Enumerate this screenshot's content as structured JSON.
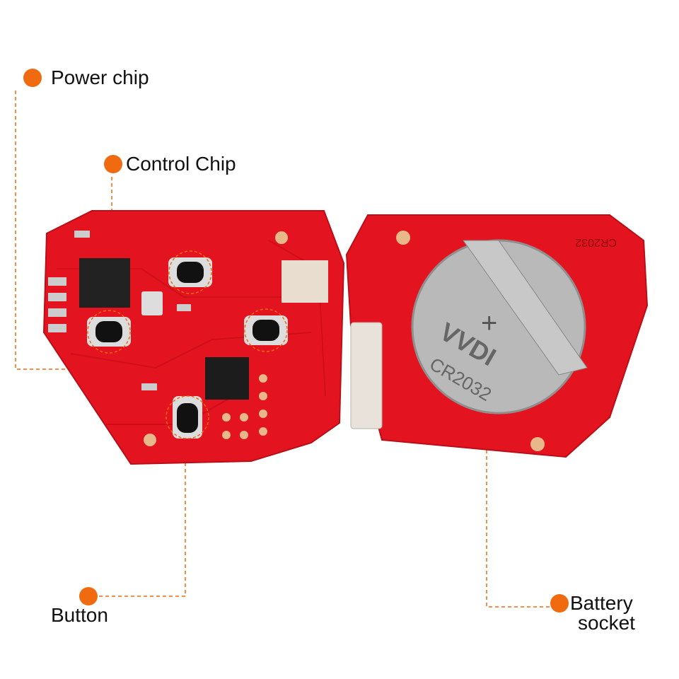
{
  "labels": {
    "power_chip": "Power chip",
    "control_chip": "Control Chip",
    "button": "Button",
    "battery_line1": "Battery",
    "battery_line2": "socket"
  },
  "board_markings": {
    "board_cr": "CR2032",
    "battery_brand": "VVDI",
    "battery_model": "CR2032",
    "battery_plus": "+"
  },
  "colors": {
    "accent": "#f06a0f",
    "pcb": "#e3141f"
  }
}
